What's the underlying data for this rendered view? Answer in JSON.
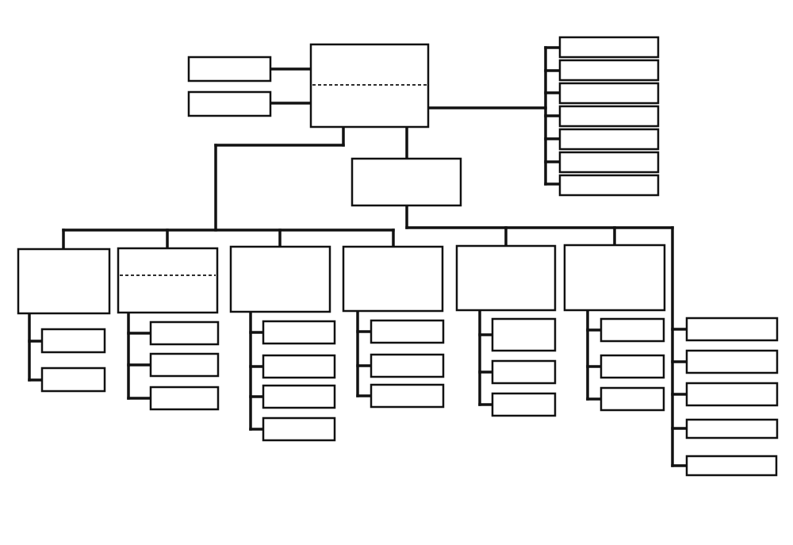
{
  "diagram": {
    "type": "organization-chart",
    "colors": {
      "line": "#111111",
      "box_fill": "#ffffff",
      "background": "#ffffff"
    },
    "labels_present": false,
    "nodes": [
      {
        "id": "top-box",
        "role": "top",
        "divided": true
      },
      {
        "id": "top-side-box-1",
        "role": "side-box"
      },
      {
        "id": "top-side-box-2",
        "role": "side-box"
      },
      {
        "id": "right-list-box-1",
        "role": "list-item"
      },
      {
        "id": "right-list-box-2",
        "role": "list-item"
      },
      {
        "id": "right-list-box-3",
        "role": "list-item"
      },
      {
        "id": "right-list-box-4",
        "role": "list-item"
      },
      {
        "id": "right-list-box-5",
        "role": "list-item"
      },
      {
        "id": "right-list-box-6",
        "role": "list-item"
      },
      {
        "id": "right-list-box-7",
        "role": "list-item"
      },
      {
        "id": "middle-box",
        "role": "middle"
      },
      {
        "id": "department-1",
        "role": "department"
      },
      {
        "id": "department-2",
        "role": "department",
        "divided": true
      },
      {
        "id": "department-3",
        "role": "department"
      },
      {
        "id": "department-4",
        "role": "department"
      },
      {
        "id": "department-5",
        "role": "department"
      },
      {
        "id": "department-6",
        "role": "department"
      },
      {
        "id": "dept-1-sub-1",
        "role": "sub-unit"
      },
      {
        "id": "dept-1-sub-2",
        "role": "sub-unit"
      },
      {
        "id": "dept-2-sub-1",
        "role": "sub-unit"
      },
      {
        "id": "dept-2-sub-2",
        "role": "sub-unit"
      },
      {
        "id": "dept-2-sub-3",
        "role": "sub-unit"
      },
      {
        "id": "dept-3-sub-1",
        "role": "sub-unit"
      },
      {
        "id": "dept-3-sub-2",
        "role": "sub-unit"
      },
      {
        "id": "dept-3-sub-3",
        "role": "sub-unit"
      },
      {
        "id": "dept-3-sub-4",
        "role": "sub-unit"
      },
      {
        "id": "dept-4-sub-1",
        "role": "sub-unit"
      },
      {
        "id": "dept-4-sub-2",
        "role": "sub-unit"
      },
      {
        "id": "dept-4-sub-3",
        "role": "sub-unit"
      },
      {
        "id": "dept-5-sub-1",
        "role": "sub-unit"
      },
      {
        "id": "dept-5-sub-2",
        "role": "sub-unit"
      },
      {
        "id": "dept-5-sub-3",
        "role": "sub-unit"
      },
      {
        "id": "dept-6-sub-1",
        "role": "sub-unit"
      },
      {
        "id": "dept-6-sub-2",
        "role": "sub-unit"
      },
      {
        "id": "dept-6-sub-3",
        "role": "sub-unit"
      },
      {
        "id": "right-branch-box-1",
        "role": "sub-unit"
      },
      {
        "id": "right-branch-box-2",
        "role": "sub-unit"
      },
      {
        "id": "right-branch-box-3",
        "role": "sub-unit"
      },
      {
        "id": "right-branch-box-4",
        "role": "sub-unit"
      },
      {
        "id": "right-branch-box-5",
        "role": "sub-unit"
      }
    ]
  }
}
